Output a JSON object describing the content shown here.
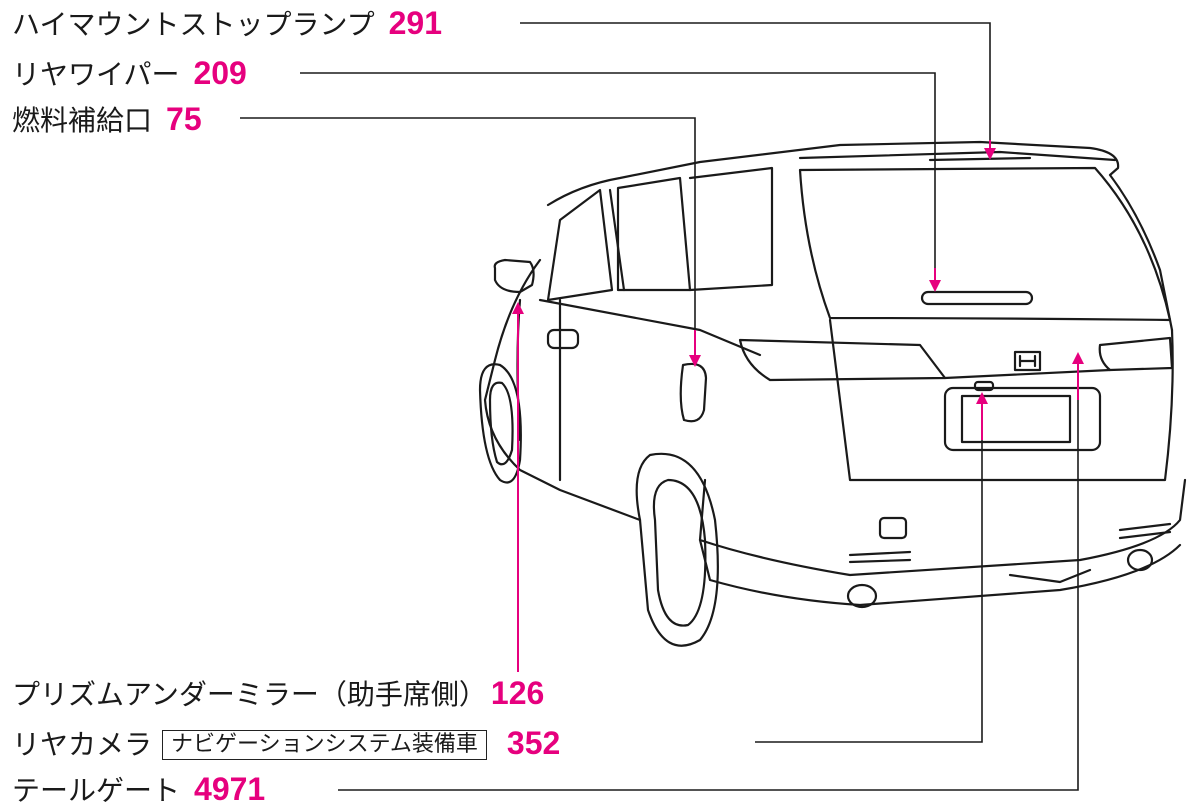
{
  "accent_color": "#e6007e",
  "callouts": {
    "high_mount_stop_lamp": {
      "label": "ハイマウントストップランプ",
      "page": "291"
    },
    "rear_wiper": {
      "label": "リヤワイパー",
      "page": "209"
    },
    "fuel_filler": {
      "label": "燃料補給口",
      "page": "75"
    },
    "prism_under_mirror": {
      "label": "プリズムアンダーミラー（助手席側）",
      "page": "126"
    },
    "rear_camera": {
      "label": "リヤカメラ",
      "option_note": "ナビゲーションシステム装備車",
      "page": "352"
    },
    "tailgate": {
      "label": "テールゲート",
      "page": "4971"
    }
  }
}
